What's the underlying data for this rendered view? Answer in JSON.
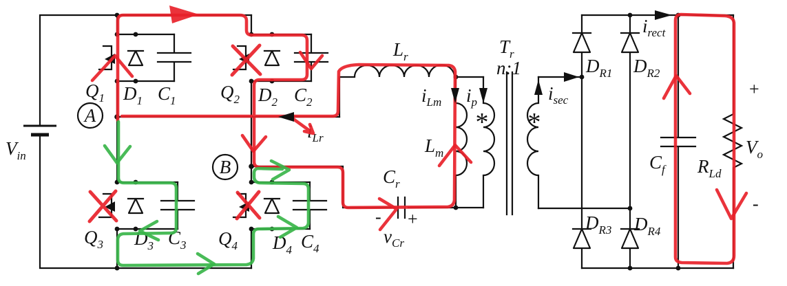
{
  "colors": {
    "wire": "#111111",
    "highlight_red": "#e8222a",
    "highlight_green": "#3ab54a"
  },
  "labels": {
    "vin": {
      "main": "V",
      "sub": "in"
    },
    "node_a": "A",
    "node_b": "B",
    "q1": {
      "main": "Q",
      "sub": "1"
    },
    "d1": {
      "main": "D",
      "sub": "1"
    },
    "c1": {
      "main": "C",
      "sub": "1"
    },
    "q2": {
      "main": "Q",
      "sub": "2"
    },
    "d2": {
      "main": "D",
      "sub": "2"
    },
    "c2": {
      "main": "C",
      "sub": "2"
    },
    "q3": {
      "main": "Q",
      "sub": "3"
    },
    "d3": {
      "main": "D",
      "sub": "3"
    },
    "c3": {
      "main": "C",
      "sub": "3"
    },
    "q4": {
      "main": "Q",
      "sub": "4"
    },
    "d4": {
      "main": "D",
      "sub": "4"
    },
    "c4": {
      "main": "C",
      "sub": "4"
    },
    "lr": {
      "main": "L",
      "sub": "r"
    },
    "ilr": {
      "main": "i",
      "sub": "Lr"
    },
    "ilm": {
      "main": "i",
      "sub": "Lm"
    },
    "ip": {
      "main": "i",
      "sub": "p"
    },
    "lm": {
      "main": "L",
      "sub": "m"
    },
    "cr": {
      "main": "C",
      "sub": "r"
    },
    "cr_minus": "-",
    "cr_plus": "+",
    "vcr": {
      "main": "v",
      "sub": "Cr"
    },
    "tr": {
      "main": "T",
      "sub": "r"
    },
    "turns_ratio": "n:1",
    "isec": {
      "main": "i",
      "sub": "sec"
    },
    "irect": {
      "main": "i",
      "sub": "rect"
    },
    "dr1": {
      "main": "D",
      "sub": "R1"
    },
    "dr2": {
      "main": "D",
      "sub": "R2"
    },
    "dr3": {
      "main": "D",
      "sub": "R3"
    },
    "dr4": {
      "main": "D",
      "sub": "R4"
    },
    "cf": {
      "main": "C",
      "sub": "f"
    },
    "rld": {
      "main": "R",
      "sub": "Ld"
    },
    "vo": {
      "main": "V",
      "sub": "o"
    },
    "out_plus": "+",
    "out_minus": "-",
    "primary_dot": "*",
    "secondary_dot": "*"
  }
}
